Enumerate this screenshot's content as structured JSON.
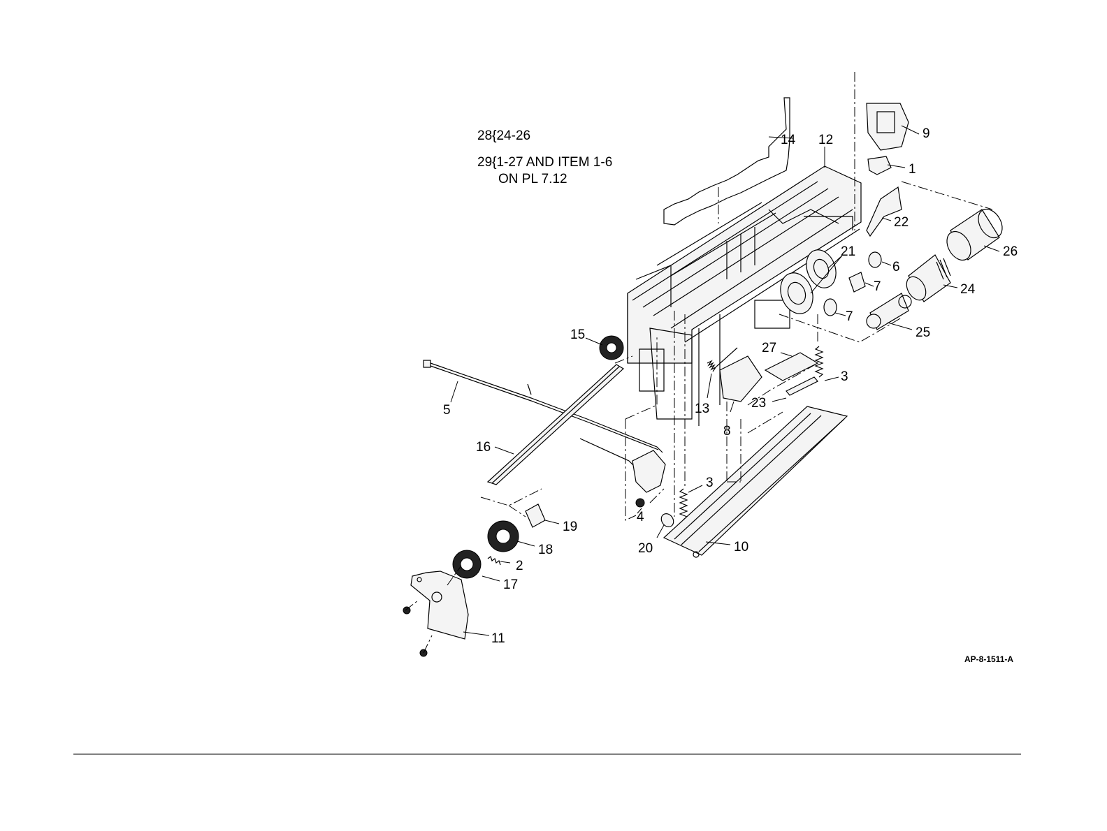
{
  "notes": {
    "line1": "28{24-26",
    "line2": "29{1-27 AND ITEM 1-6",
    "line3": "ON PL 7.12"
  },
  "figure_id": "AP-8-1511-A",
  "callouts": [
    {
      "id": "c14",
      "text": "14"
    },
    {
      "id": "c12",
      "text": "12"
    },
    {
      "id": "c9",
      "text": "9"
    },
    {
      "id": "c1",
      "text": "1"
    },
    {
      "id": "c22",
      "text": "22"
    },
    {
      "id": "c26",
      "text": "26"
    },
    {
      "id": "c21",
      "text": "21"
    },
    {
      "id": "c6",
      "text": "6"
    },
    {
      "id": "c7a",
      "text": "7"
    },
    {
      "id": "c7b",
      "text": "7"
    },
    {
      "id": "c24",
      "text": "24"
    },
    {
      "id": "c25",
      "text": "25"
    },
    {
      "id": "c15",
      "text": "15"
    },
    {
      "id": "c27",
      "text": "27"
    },
    {
      "id": "c3a",
      "text": "3"
    },
    {
      "id": "c13",
      "text": "13"
    },
    {
      "id": "c23",
      "text": "23"
    },
    {
      "id": "c5",
      "text": "5"
    },
    {
      "id": "c8",
      "text": "8"
    },
    {
      "id": "c16",
      "text": "16"
    },
    {
      "id": "c3b",
      "text": "3"
    },
    {
      "id": "c4",
      "text": "4"
    },
    {
      "id": "c19",
      "text": "19"
    },
    {
      "id": "c18",
      "text": "18"
    },
    {
      "id": "c20",
      "text": "20"
    },
    {
      "id": "c10",
      "text": "10"
    },
    {
      "id": "c2",
      "text": "2"
    },
    {
      "id": "c17",
      "text": "17"
    },
    {
      "id": "c11",
      "text": "11"
    }
  ]
}
